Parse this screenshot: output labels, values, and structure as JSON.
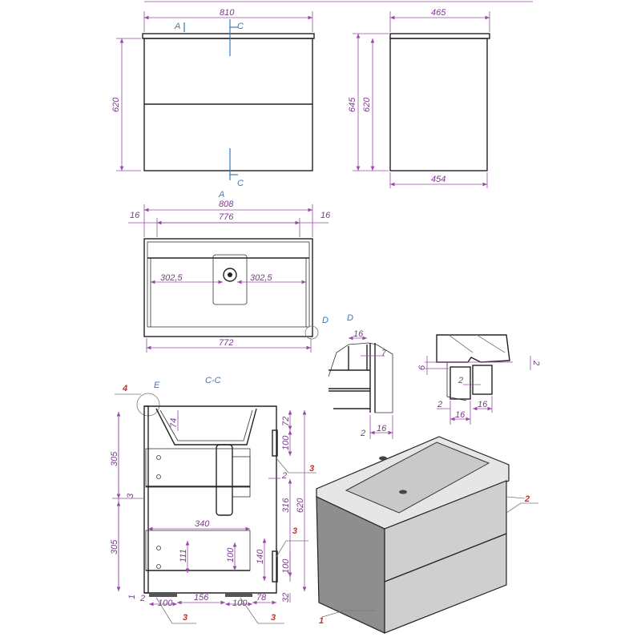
{
  "colors": {
    "dimension": "#9a4aa8",
    "callout": "#c8302a",
    "label": "#3a78b8",
    "outline": "#222222"
  },
  "front_view": {
    "width": "810",
    "height": "620",
    "view_label": "A",
    "section_label_top": "C",
    "section_label_bottom": "C",
    "view_arrow_label": "A"
  },
  "side_view": {
    "width": "465",
    "height_total": "645",
    "height_body": "620",
    "depth_bottom": "454"
  },
  "top_view": {
    "width": "808",
    "edge_left": "16",
    "inner_width": "776",
    "edge_right": "16",
    "offset_left": "302,5",
    "offset_right": "302,5",
    "bottom_width": "772",
    "detail_marker": "D"
  },
  "detail_d": {
    "title": "D",
    "w16_top": "16",
    "gap7": "7",
    "gap2": "2",
    "w16_bottom": "16"
  },
  "detail_e": {
    "h6": "6",
    "h2": "2",
    "gap2_mid": "2",
    "gap2_low": "2",
    "w16_bottom": "16",
    "w16_right": "16"
  },
  "section": {
    "title": "C-C",
    "callout_4": "4",
    "detail_e": "E",
    "h305_top": "305",
    "gap3": "3",
    "h305_bottom": "305",
    "d74": "74",
    "d72": "72",
    "d100_upper": "100",
    "d2": "2",
    "d316": "316",
    "d620": "620",
    "d340": "340",
    "d111": "111",
    "d100_drawer": "100",
    "d140": "140",
    "d100_lower": "100",
    "d32": "32",
    "d1": "1",
    "d2_left": "2",
    "d100_foot_left": "100",
    "d156": "156",
    "d100_foot_right": "100",
    "d78": "78",
    "callout_3_upper": "3",
    "callout_3_lower": "3",
    "callout_3_foot_left": "3",
    "callout_3_foot_right": "3"
  },
  "iso_view": {
    "callout_1": "1",
    "callout_2": "2"
  }
}
